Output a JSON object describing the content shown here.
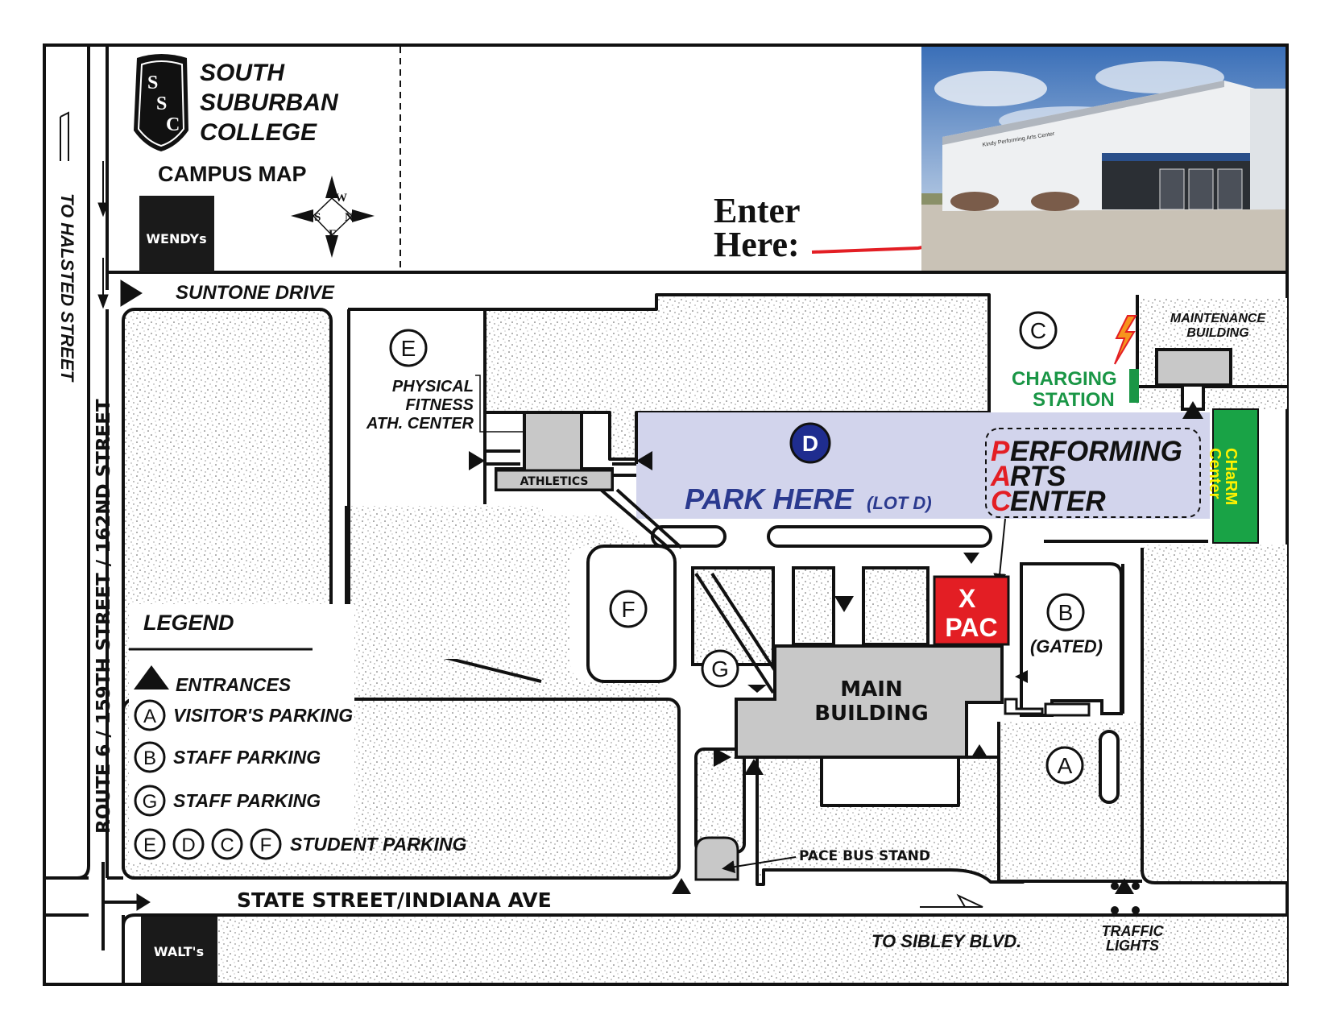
{
  "college": {
    "logo_letters": [
      "S",
      "S",
      "C"
    ],
    "name_lines": [
      "SOUTH",
      "SUBURBAN",
      "COLLEGE"
    ],
    "map_title": "CAMPUS MAP"
  },
  "compass": {
    "n": "N",
    "s": "S",
    "e": "E",
    "w": "W"
  },
  "enter": {
    "line1": "Enter",
    "line2": "Here:"
  },
  "photo": {
    "sign_text": "Kindy Performing Arts Center"
  },
  "streets": {
    "halsted": "TO HALSTED STREET",
    "route6": "ROUTE 6 / 159TH STREET / 162ND STREET",
    "suntone": "SUNTONE DRIVE",
    "state": "STATE STREET/INDIANA AVE",
    "sibley": "TO SIBLEY BLVD."
  },
  "businesses": {
    "wendys": "WENDYs",
    "walts": "WALT's"
  },
  "lots": {
    "a": "A",
    "b": "B",
    "c": "C",
    "d": "D",
    "e": "E",
    "f": "F",
    "g": "G",
    "b_note": "(GATED)",
    "park_here": "PARK HERE",
    "lot_d": "(LOT D)"
  },
  "buildings": {
    "fitness_lines": [
      "PHYSICAL",
      "FITNESS",
      "ATH. CENTER"
    ],
    "athletics": "ATHLETICS",
    "main_lines": [
      "MAIN",
      "BUILDING"
    ],
    "pac_lines": [
      {
        "initial": "P",
        "rest": "ERFORMING"
      },
      {
        "initial": "A",
        "rest": "RTS"
      },
      {
        "initial": "C",
        "rest": "ENTER"
      }
    ],
    "xpac": "PAC",
    "maintenance_lines": [
      "MAINTENANCE",
      "BUILDING"
    ],
    "charging_lines": [
      "CHARGING",
      "STATION"
    ],
    "charm_lines": [
      "CHaRM",
      "Center"
    ],
    "pace_bus": "PACE BUS STAND",
    "traffic_lines": [
      "TRAFFIC",
      "LIGHTS"
    ]
  },
  "legend": {
    "title": "LEGEND",
    "entrances": "ENTRANCES",
    "visitor": "VISITOR'S PARKING",
    "staff_b": "STAFF PARKING",
    "staff_g": "STAFF PARKING",
    "student": "STUDENT PARKING",
    "student_letters": [
      "E",
      "D",
      "C",
      "F"
    ]
  },
  "colors": {
    "lot_d": "#d2d4ec",
    "lot_d_badge": "#1f2d8f",
    "park_here_text": "#2b3a8f",
    "pac_red": "#e31e24",
    "charging_green": "#1a9646",
    "charm_green": "#19a346",
    "charm_text": "#fff200",
    "bolt_orange": "#f7941d",
    "building_gray": "#c8c8c8"
  }
}
